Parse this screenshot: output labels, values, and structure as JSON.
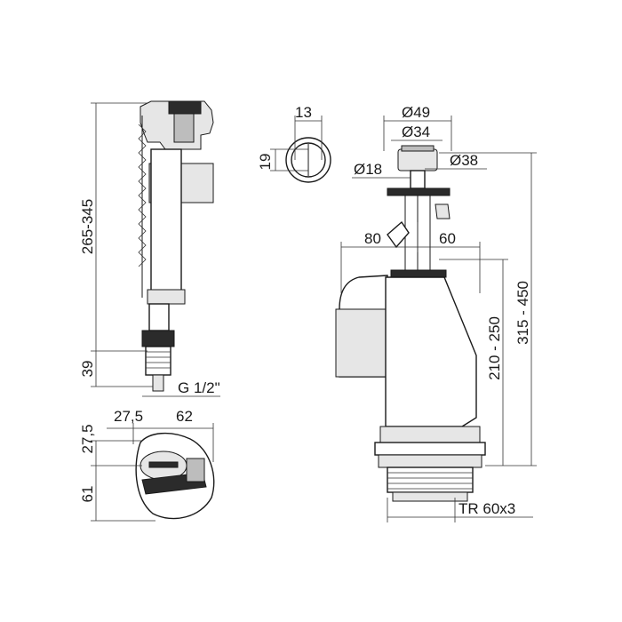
{
  "left_side_view": {
    "height_range": "265-345",
    "bottom_height": "39",
    "thread": "G 1/2\""
  },
  "left_top_view": {
    "width_left": "27,5",
    "width_right": "62",
    "depth_top": "27,5",
    "depth_bottom": "61"
  },
  "button_view": {
    "width": "13",
    "height": "19"
  },
  "flush_valve": {
    "button_outer": "Ø49",
    "button_inner": "Ø34",
    "stem": "Ø18",
    "cap": "Ø38",
    "offset_left": "80",
    "offset_right": "60",
    "adjust_range": "210 - 250",
    "total_range": "315 - 450",
    "thread": "TR 60x3"
  }
}
